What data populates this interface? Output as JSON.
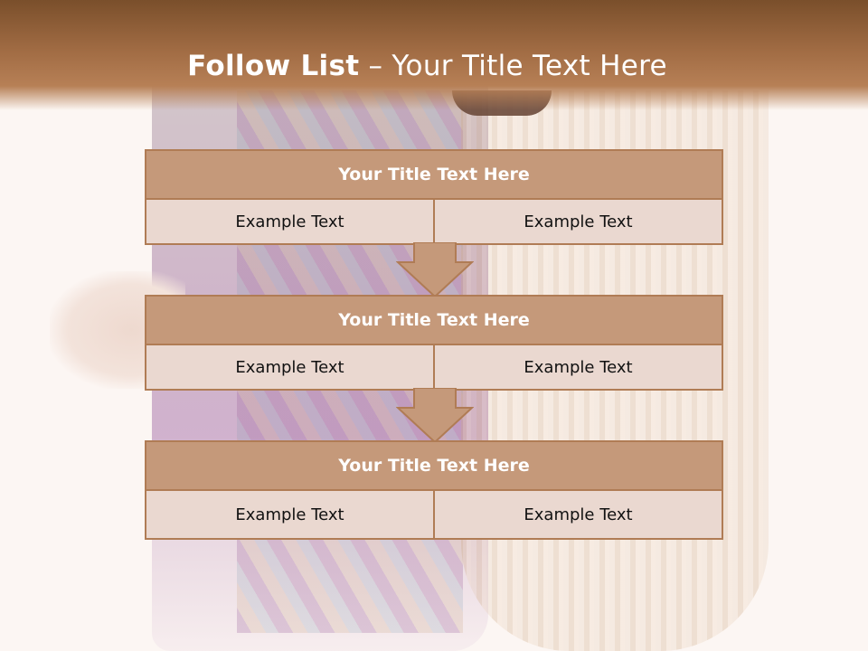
{
  "slide": {
    "title_bold": "Follow List",
    "title_rest": " – Your Title Text Here"
  },
  "steps": [
    {
      "title": "Your Title Text Here",
      "left": "Example Text",
      "right": "Example Text"
    },
    {
      "title": "Your Title Text Here",
      "left": "Example Text",
      "right": "Example Text"
    },
    {
      "title": "Your Title Text Here",
      "left": "Example Text",
      "right": "Example Text"
    }
  ],
  "colors": {
    "header_brown": "#8a5a34",
    "block_header": "#c5997a",
    "block_cell": "#ead8d0",
    "border": "#b07c55"
  }
}
